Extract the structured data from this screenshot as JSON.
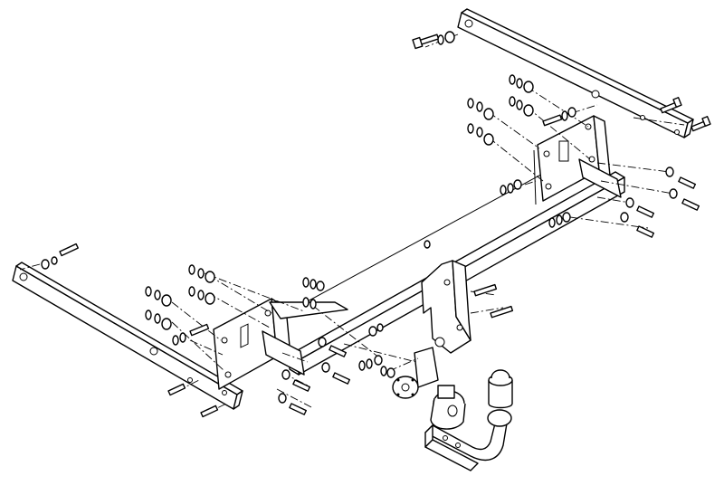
{
  "diagram": {
    "parts": {
      "rear_bar": "crossbar",
      "left_bracket": "side-bracket",
      "right_bracket": "side-bracket",
      "ball": "tow-ball",
      "cap": "ball-cap",
      "socket": "electrical-socket",
      "holder": "socket-holder"
    }
  }
}
